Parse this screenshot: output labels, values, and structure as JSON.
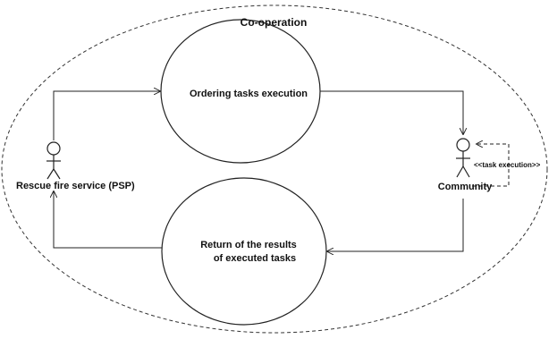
{
  "diagram": {
    "boundary_label": "Co-operation",
    "use_cases": {
      "ordering": "Ordering tasks execution",
      "return_line1": "Return of the results",
      "return_line2": "of executed tasks"
    },
    "actors": {
      "psp": "Rescue fire service (PSP)",
      "community": "Community"
    },
    "stereotype": "<<task execution>>"
  }
}
